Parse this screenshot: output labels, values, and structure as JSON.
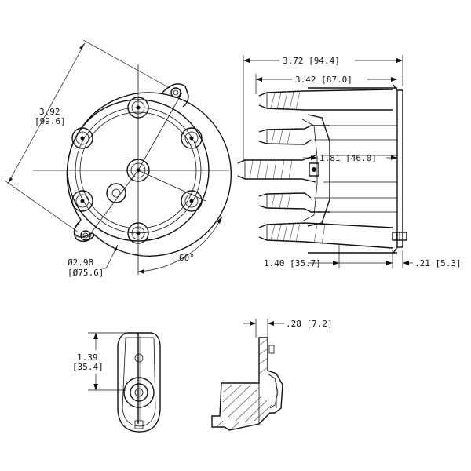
{
  "dimensions": {
    "overall_length": "3.72 [94.4]",
    "tower_length": "3.42 [87.0]",
    "flange_diagonal_in": "3.92",
    "flange_diagonal_mm": "[99.6]",
    "center_depth": "1.81 [46.0]",
    "bolt_circle_in": "Ø2.98",
    "bolt_circle_mm": "[Ø75.6]",
    "spacing_angle": "60°",
    "body_depth": "1.40 [35.7]",
    "lip_width": ".21 [5.3]",
    "rotor_length_in": "1.39",
    "rotor_length_mm": "[35.4]",
    "rotor_thickness": ".28 [7.2]"
  }
}
